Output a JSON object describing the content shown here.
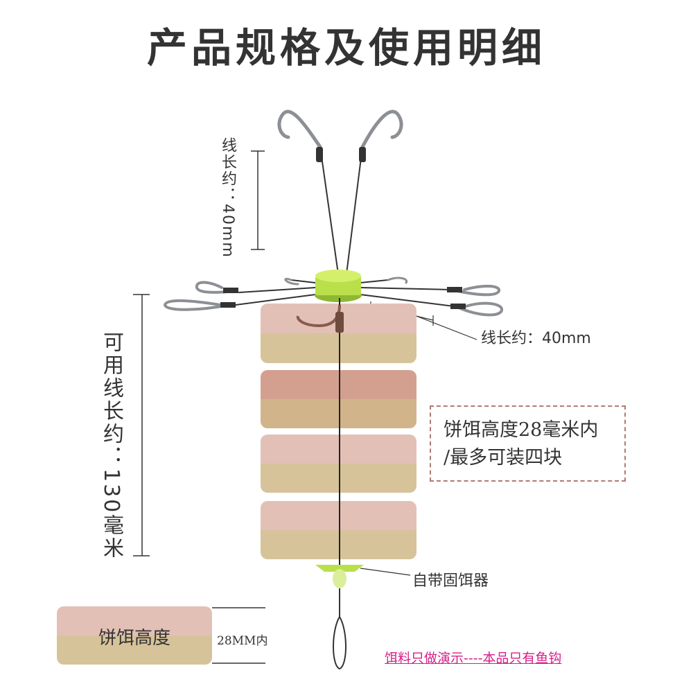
{
  "title": "产品规格及使用明细",
  "labels": {
    "hook_line_length_vertical": "线长约：40mm",
    "side_line_length": "线长约：40mm",
    "usable_line_length": "可用线长约：130毫米",
    "bait_note_line1": "饼饵高度28毫米内",
    "bait_note_line2": "/最多可装四块",
    "stopper": "自带固饵器",
    "legend_bait": "饼饵高度",
    "legend_height": "28MM内",
    "footer_note": "饵料只做演示----本品只有鱼钩"
  },
  "colors": {
    "bait_top_light": "#e2c0b6",
    "bait_top_dark": "#d3a090",
    "bait_bottom": "#d7c39a",
    "bait_bottom_dark": "#d2b48a",
    "connector_green": "#b9e04a",
    "note_border": "#b07a72",
    "footer_pink": "#d61f8a",
    "hook_steel": "#8c8f94"
  },
  "icons": [
    "fishing-hook-icon",
    "green-connector-icon",
    "bait-stopper-icon",
    "swivel-loop-icon"
  ]
}
